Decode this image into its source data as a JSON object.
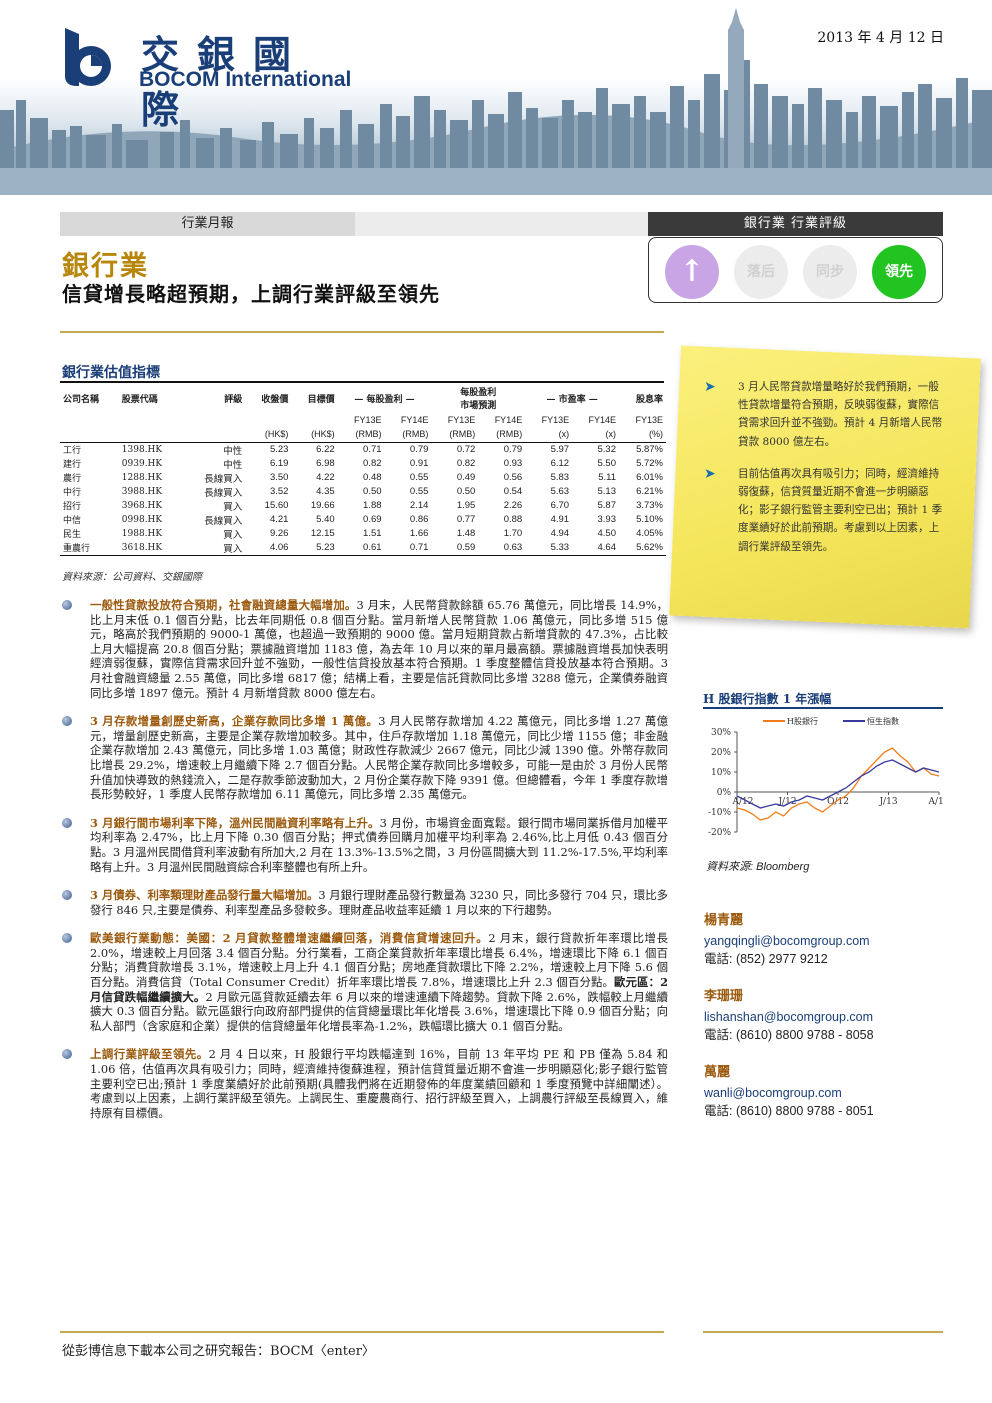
{
  "header": {
    "logo_cn": "交銀國際",
    "logo_en": "BOCOM International",
    "date": "2013 年 4 月 12 日"
  },
  "category": {
    "report_type": "行業月報",
    "rating_label": "銀行業 行業評級"
  },
  "rating": {
    "up_arrow": "↑",
    "options": [
      "落后",
      "同步",
      "領先"
    ],
    "selected": "領先"
  },
  "title": {
    "sector": "銀行業",
    "headline": "信貸增長略超預期，上調行業評級至領先"
  },
  "valuation": {
    "title": "銀行業估值指標",
    "header1": [
      "公司名稱",
      "股票代碼",
      "評級",
      "收盤價",
      "目標價",
      "— 每股盈利 —",
      "每股盈利",
      "— 市盈率 —",
      "股息率"
    ],
    "header1_sub": "市場預測",
    "header2": [
      "FY13E",
      "FY14E",
      "FY13E",
      "FY14E",
      "FY13E",
      "FY14E",
      "FY13E"
    ],
    "units": [
      "(HK$)",
      "(HK$)",
      "(RMB)",
      "(RMB)",
      "(RMB)",
      "(RMB)",
      "(x)",
      "(x)",
      "(%)"
    ],
    "rows": [
      [
        "工行",
        "1398.HK",
        "中性",
        "5.23",
        "6.22",
        "0.71",
        "0.79",
        "0.72",
        "0.79",
        "5.97",
        "5.32",
        "5.87%"
      ],
      [
        "建行",
        "0939.HK",
        "中性",
        "6.19",
        "6.98",
        "0.82",
        "0.91",
        "0.82",
        "0.93",
        "6.12",
        "5.50",
        "5.72%"
      ],
      [
        "農行",
        "1288.HK",
        "長線買入",
        "3.50",
        "4.22",
        "0.48",
        "0.55",
        "0.49",
        "0.56",
        "5.83",
        "5.11",
        "6.01%"
      ],
      [
        "中行",
        "3988.HK",
        "長線買入",
        "3.52",
        "4.35",
        "0.50",
        "0.55",
        "0.50",
        "0.54",
        "5.63",
        "5.13",
        "6.21%"
      ],
      [
        "招行",
        "3968.HK",
        "買入",
        "15.60",
        "19.66",
        "1.88",
        "2.14",
        "1.95",
        "2.26",
        "6.70",
        "5.87",
        "3.73%"
      ],
      [
        "中信",
        "0998.HK",
        "長線買入",
        "4.21",
        "5.40",
        "0.69",
        "0.86",
        "0.77",
        "0.88",
        "4.91",
        "3.93",
        "5.10%"
      ],
      [
        "民生",
        "1988.HK",
        "買入",
        "9.26",
        "12.15",
        "1.51",
        "1.66",
        "1.48",
        "1.70",
        "4.94",
        "4.50",
        "4.05%"
      ],
      [
        "重農行",
        "3618.HK",
        "買入",
        "4.06",
        "5.23",
        "0.61",
        "0.71",
        "0.59",
        "0.63",
        "5.33",
        "4.64",
        "5.62%"
      ]
    ],
    "source": "資料來源：公司資料、交銀國際"
  },
  "paragraphs": [
    {
      "lead": "一般性貸款投放符合預期，社會融資總量大幅增加。",
      "text": "3 月末，人民幣貸款餘額 65.76 萬億元，同比增長 14.9%，比上月末低 0.1 個百分點，比去年同期低 0.8 個百分點。當月新增人民幣貸款 1.06 萬億元，同比多增 515 億元，略高於我們預期的 9000-1 萬億，也超過一致預期的 9000 億。當月短期貸款占新增貸款的 47.3%，占比較上月大幅提高 20.8 個百分點；票據融資增加 1183 億，為去年 10 月以來的單月最高額。票據融資增長加快表明經濟弱復蘇，實際信貸需求回升並不強勁，一般性信貸投放基本符合預期。1 季度整體信貸投放基本符合預期。3 月社會融資總量 2.55 萬億，同比多增 6817 億；結構上看，主要是信託貸款同比多增 3288 億元，企業債券融資同比多增 1897 億元。預計 4 月新增貸款 8000 億左右。"
    },
    {
      "lead": "3 月存款增量創歷史新高，企業存款同比多增 1 萬億。",
      "text": "3 月人民幣存款增加 4.22 萬億元，同比多增 1.27 萬億元，增量創歷史新高，主要是企業存款增加較多。其中，住戶存款增加 1.18 萬億元，同比少增 1155 億；非金融企業存款增加 2.43 萬億元，同比多增 1.03 萬億；財政性存款減少 2667 億元，同比少減 1390 億。外幣存款同比增長 29.2%，增速較上月繼續下降 2.7 個百分點。人民幣企業存款同比多增較多，可能一是由於 3 月份人民幣升值加快導致的熱錢流入，二是存款季節波動加大，2 月份企業存款下降 9391 億。但總體看，今年 1 季度存款增長形勢較好，1 季度人民幣存款增加 6.11 萬億元，同比多增 2.35 萬億元。"
    },
    {
      "lead": "3 月銀行間市場利率下降，溫州民間融資利率略有上升。",
      "text": "3 月份，市場資金面寬鬆。銀行間市場同業拆借月加權平均利率為 2.47%，比上月下降 0.30 個百分點；押式債券回購月加權平均利率為 2.46%,比上月低 0.43 個百分點。3 月溫州民間借貸利率波動有所加大,2 月在 13.3%-13.5%之間，3 月份區間擴大到 11.2%-17.5%,平均利率略有上升。3 月溫州民間融資綜合利率整體也有所上升。"
    },
    {
      "lead": "3 月債券、利率類理財產品發行量大幅增加。",
      "text": "3 月銀行理財產品發行數量為 3230 只，同比多發行 704 只，環比多發行 846 只,主要是債券、利率型產品多發較多。理財產品收益率延續 1 月以來的下行趨勢。"
    },
    {
      "lead": "歐美銀行業動態：",
      "bold1": "美國：2 月貸款整體增速繼續回落，消費信貸增速回升。",
      "text": "2 月末，銀行貸款折年率環比增長 2.0%，增速較上月回落 3.4 個百分點。分行業看，工商企業貸款折年率環比增長 6.4%，增速環比下降 6.1 個百分點；消費貸款增長 3.1%，增速較上月上升 4.1 個百分點；房地產貸款環比下降 2.2%，增速較上月下降 5.6 個百分點。消費信貸（Total Consumer Credit）折年率環比增長 7.8%，增速環比上升 2.3 個百分點。",
      "bold2": "歐元區：2 月信貸跌幅繼續擴大。",
      "text2": "2 月歐元區貸款延續去年 6 月以來的增速連續下降趨勢。貸款下降 2.6%，跌幅較上月繼續擴大 0.3 個百分點。歐元區銀行向政府部門提供的信貸總量環比年化增長 3.6%，增速環比下降 0.9 個百分點；向私人部門（含家庭和企業）提供的信貸總量年化增長率為-1.2%，跌幅環比擴大 0.1 個百分點。"
    },
    {
      "lead": "上調行業評級至領先。",
      "text": "2 月 4 日以來，H 股銀行平均跌幅達到 16%，目前 13 年平均 PE 和 PB 僅為 5.84 和 1.06 倍，估值再次具有吸引力；同時，經濟維持復蘇進程，預計信貸質量近期不會進一步明顯惡化;影子銀行監管主要利空已出;預計 1 季度業績好於此前預期(具體我們將在近期發佈的年度業績回顧和 1 季度預覽中詳細闡述）。考慮到以上因素，上調行業評級至領先。上調民生、重慶農商行、招行評級至買入，上調農行評級至長線買入，維持原有目標價。"
    }
  ],
  "note": {
    "items": [
      "3 月人民幣貸款增量略好於我們預期，一般性貸款增量符合預期，反映弱復蘇，實際信貸需求回升並不強勁。預計 4 月新增人民幣貸款 8000 億左右。",
      "目前估值再次具有吸引力；同時，經濟維持弱復蘇，信貸質量近期不會進一步明顯惡化；影子銀行監管主要利空已出；預計 1 季度業績好於此前預期。考慮到以上因素，上調行業評級至領先。"
    ]
  },
  "chart_data": {
    "type": "line",
    "title": "H 股銀行指數 1 年漲幅",
    "x_ticks": [
      "A/12",
      "J/12",
      "O/12",
      "J/13",
      "A/13"
    ],
    "y_ticks": [
      "30%",
      "20%",
      "10%",
      "0%",
      "-10%",
      "-20%"
    ],
    "ylim": [
      -20,
      30
    ],
    "series": [
      {
        "name": "H股銀行",
        "color": "#f07d1a",
        "values": [
          -8,
          -9,
          -11,
          -14,
          -13,
          -10,
          -12,
          -8,
          -6,
          -5,
          -8,
          -10,
          -7,
          -4,
          -2,
          2,
          8,
          12,
          16,
          20,
          22,
          18,
          15,
          10,
          12,
          9,
          8
        ]
      },
      {
        "name": "恒生指數",
        "color": "#3a3a9c",
        "values": [
          -2,
          -4,
          -6,
          -8,
          -7,
          -6,
          -7,
          -5,
          -4,
          -2,
          -3,
          -4,
          -2,
          0,
          2,
          5,
          8,
          10,
          13,
          15,
          16,
          14,
          12,
          10,
          12,
          11,
          10
        ]
      }
    ],
    "source": "資料來源: Bloomberg"
  },
  "analysts": [
    {
      "name": "楊青麗",
      "email": "yangqingli@bocomgroup.com",
      "phone": "電話: (852) 2977 9212"
    },
    {
      "name": "李珊珊",
      "email": "lishanshan@bocomgroup.com",
      "phone": "電話: (8610) 8800 9788 - 8058"
    },
    {
      "name": "萬麗",
      "email": "wanli@bocomgroup.com",
      "phone": "電話: (8610) 8800 9788 - 8051"
    }
  ],
  "footer": "從彭博信息下載本公司之研究報告：BOCM〈enter〉"
}
